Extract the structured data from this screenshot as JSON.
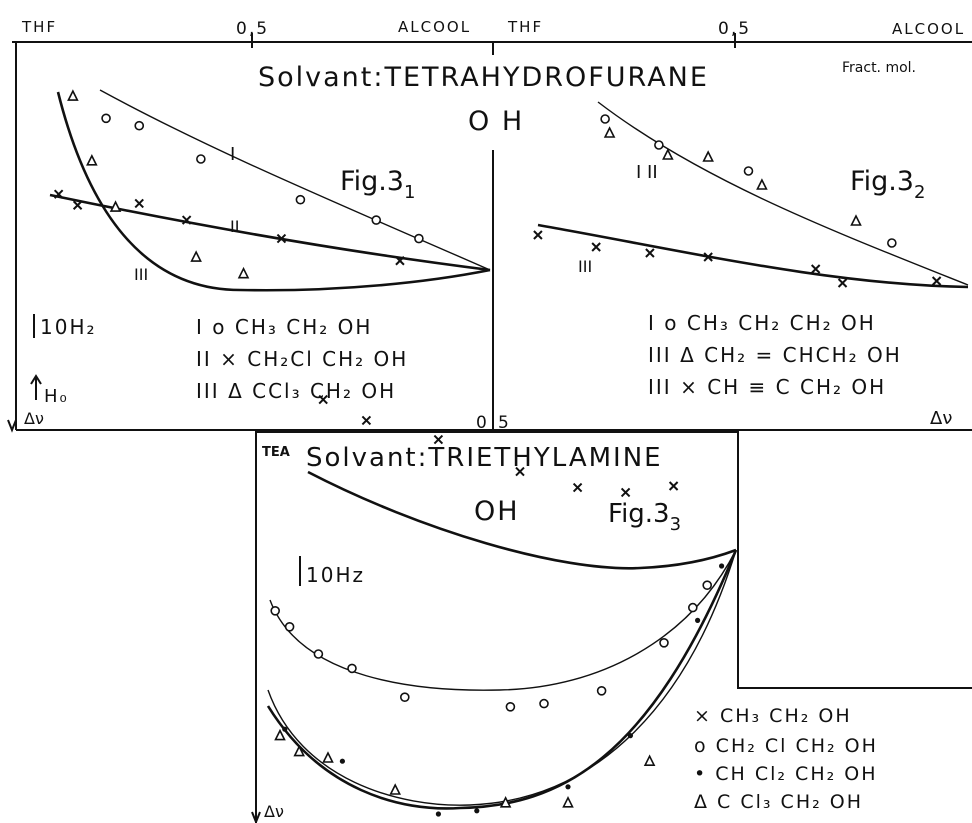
{
  "axis_top": {
    "left_start": "THF",
    "left_mid": "0,5",
    "left_end": "ALCOOL",
    "right_start": "THF",
    "right_mid": "0,5",
    "right_end": "ALCOOL",
    "fract_label": "Fract. mol."
  },
  "panels_top": {
    "solvent_title": "Solvant:TETRAHYDROFURANE",
    "oh_label": "O H",
    "fig1_label": "Fig.3",
    "fig1_sub": "1",
    "fig2_label": "Fig.3",
    "fig2_sub": "2",
    "scale_label": "10H₂",
    "ref_label": "H₀",
    "delta_left": "Δν",
    "delta_right": "Δν",
    "bottom_tick_0": "0",
    "bottom_tick_5": "5",
    "curve_labels_1": [
      "I",
      "II",
      "III"
    ],
    "curve_labels_2": [
      "I  II",
      "III"
    ],
    "legend_1": [
      {
        "num": "I",
        "sym": "o",
        "formula": "CH₃ CH₂ OH"
      },
      {
        "num": "II",
        "sym": "×",
        "formula": "CH₂Cl CH₂ OH"
      },
      {
        "num": "III",
        "sym": "Δ",
        "formula": "CCl₃ CH₂ OH"
      }
    ],
    "legend_2": [
      {
        "num": "I",
        "sym": "o",
        "formula": "CH₃ CH₂ CH₂ OH"
      },
      {
        "num": "III",
        "sym": "Δ",
        "formula": "CH₂ = CHCH₂ OH"
      },
      {
        "num": "III",
        "sym": "×",
        "formula": "CH ≡ C CH₂ OH"
      }
    ]
  },
  "panel_bottom": {
    "tea_label": "TEA",
    "solvent_title": "Solvant:TRIETHYLAMINE",
    "oh_label": "OH",
    "fig3_label": "Fig.3",
    "fig3_sub": "3",
    "scale_label": "10Hz",
    "delta_label": "Δν",
    "legend": [
      {
        "sym": "×",
        "formula": "CH₃ CH₂ OH"
      },
      {
        "sym": "o",
        "formula": "CH₂ Cl CH₂ OH"
      },
      {
        "sym": "•",
        "formula": "CH Cl₂ CH₂ OH"
      },
      {
        "sym": "Δ",
        "formula": "C Cl₃ CH₂ OH"
      }
    ]
  },
  "chart_data": [
    {
      "type": "scatter",
      "figure": "Fig.3 1",
      "xlim": [
        0,
        1
      ],
      "series": [
        {
          "name": "I",
          "marker": "circle",
          "x": [
            0.19,
            0.26,
            0.39,
            0.6,
            0.76,
            0.85
          ],
          "y": [
            82,
            78,
            60,
            38,
            27,
            17
          ]
        },
        {
          "name": "II",
          "marker": "x",
          "x": [
            0.09,
            0.13,
            0.26,
            0.36,
            0.56,
            0.81
          ],
          "y": [
            41,
            35,
            36,
            27,
            17,
            5
          ]
        },
        {
          "name": "III",
          "marker": "triangle",
          "x": [
            0.12,
            0.16,
            0.21,
            0.38,
            0.48
          ],
          "y": [
            94,
            59,
            34,
            7,
            -2
          ]
        }
      ]
    },
    {
      "type": "scatter",
      "figure": "Fig.3 2",
      "xlim": [
        0,
        1
      ],
      "series": [
        {
          "name": "I",
          "marker": "circle",
          "x": [
            0.19,
            0.31,
            0.51,
            0.83
          ],
          "y": [
            83,
            70,
            57,
            21
          ]
        },
        {
          "name": "III",
          "marker": "triangle",
          "x": [
            0.2,
            0.33,
            0.42,
            0.54,
            0.75
          ],
          "y": [
            76,
            65,
            64,
            50,
            32
          ]
        },
        {
          "name": "III",
          "marker": "x",
          "x": [
            0.04,
            0.17,
            0.29,
            0.42,
            0.66,
            0.72,
            0.93
          ],
          "y": [
            25,
            19,
            16,
            14,
            8,
            1,
            2
          ]
        }
      ]
    },
    {
      "type": "scatter",
      "figure": "Fig.3 3",
      "xlim": [
        0,
        1
      ],
      "series": [
        {
          "name": "CH₃ CH₂ OH",
          "marker": "x",
          "x": [
            0.14,
            0.23,
            0.38,
            0.55,
            0.67,
            0.77,
            0.87
          ],
          "y": [
            94,
            81,
            69,
            49,
            39,
            36,
            40
          ]
        },
        {
          "name": "CH₂ Cl CH₂ OH",
          "marker": "circle",
          "x": [
            0.04,
            0.07,
            0.13,
            0.2,
            0.31,
            0.53,
            0.6,
            0.72,
            0.85,
            0.91,
            0.94
          ],
          "y": [
            -38,
            -48,
            -65,
            -74,
            -92,
            -98,
            -96,
            -88,
            -58,
            -36,
            -22
          ]
        },
        {
          "name": "CH Cl₂ CH₂ OH",
          "marker": "dot",
          "x": [
            0.06,
            0.18,
            0.29,
            0.38,
            0.46,
            0.65,
            0.78,
            0.92,
            0.97
          ],
          "y": [
            -112,
            -132,
            -151,
            -165,
            -163,
            -148,
            -116,
            -44,
            -10
          ]
        },
        {
          "name": "C Cl₃ CH₂ OH",
          "marker": "triangle",
          "x": [
            0.05,
            0.09,
            0.15,
            0.29,
            0.52,
            0.65,
            0.82
          ],
          "y": [
            -116,
            -126,
            -130,
            -150,
            -158,
            -158,
            -132
          ]
        }
      ]
    }
  ]
}
